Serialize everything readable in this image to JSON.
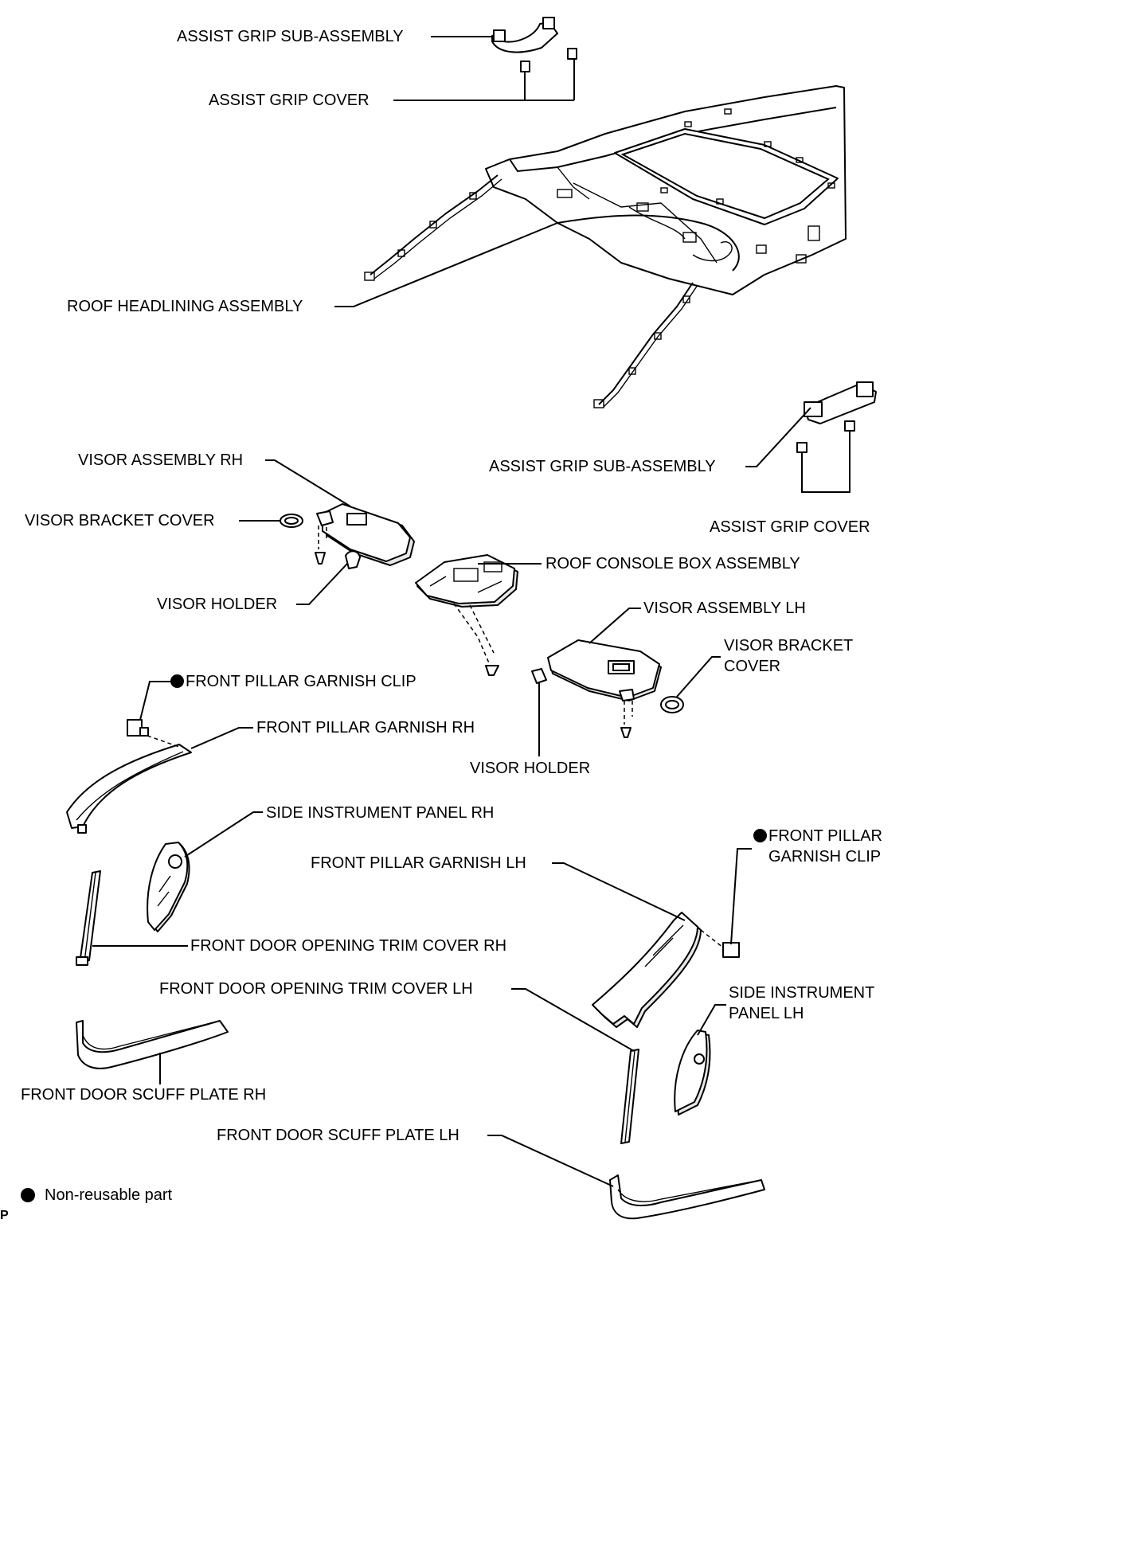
{
  "labels": {
    "assist_grip_sub_assembly_top": "ASSIST GRIP SUB-ASSEMBLY",
    "assist_grip_cover_top": "ASSIST GRIP COVER",
    "roof_headlining_assembly": "ROOF HEADLINING ASSEMBLY",
    "visor_assembly_rh": "VISOR ASSEMBLY RH",
    "visor_bracket_cover_rh": "VISOR BRACKET COVER",
    "visor_holder_rh": "VISOR HOLDER",
    "assist_grip_sub_assembly_right": "ASSIST GRIP SUB-ASSEMBLY",
    "assist_grip_cover_right": "ASSIST GRIP COVER",
    "roof_console_box_assembly": "ROOF CONSOLE BOX ASSEMBLY",
    "visor_assembly_lh": "VISOR ASSEMBLY LH",
    "visor_bracket_cover_lh": "VISOR BRACKET\nCOVER",
    "front_pillar_garnish_clip_rh": "FRONT PILLAR GARNISH CLIP",
    "front_pillar_garnish_rh": "FRONT PILLAR GARNISH RH",
    "visor_holder_lh": "VISOR HOLDER",
    "side_instrument_panel_rh": "SIDE INSTRUMENT PANEL RH",
    "front_pillar_garnish_clip_lh": "FRONT PILLAR\nGARNISH CLIP",
    "front_pillar_garnish_lh": "FRONT PILLAR GARNISH LH",
    "front_door_opening_trim_cover_rh": "FRONT DOOR OPENING TRIM COVER RH",
    "front_door_opening_trim_cover_lh": "FRONT DOOR OPENING TRIM COVER LH",
    "side_instrument_panel_lh": "SIDE INSTRUMENT\nPANEL LH",
    "front_door_scuff_plate_rh": "FRONT DOOR SCUFF PLATE RH",
    "front_door_scuff_plate_lh": "FRONT DOOR SCUFF PLATE LH"
  },
  "legend": {
    "non_reusable_marker": "filled-circle",
    "non_reusable_text": "Non-reusable part"
  },
  "corner_mark": "P"
}
